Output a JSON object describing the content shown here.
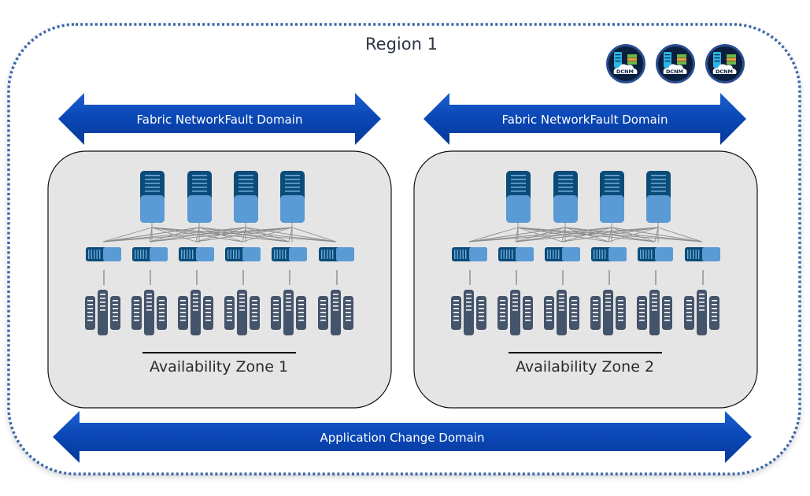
{
  "region": {
    "title": "Region 1"
  },
  "dcnm": {
    "label": "DCNM",
    "count": 3
  },
  "arrows": {
    "fault_left": "Fabric NetworkFault Domain",
    "fault_right": "Fabric NetworkFault Domain",
    "app_change": "Application Change Domain"
  },
  "zones": [
    {
      "label": "Availability Zone 1",
      "spines": 4,
      "leaves": 6
    },
    {
      "label": "Availability Zone 2",
      "spines": 4,
      "leaves": 6
    }
  ],
  "colors": {
    "region_border": "#3a66a8",
    "arrow_blue": "#0a46b4",
    "zone_fill": "#e6e5e6",
    "spine_dark": "#0a4c78",
    "spine_light": "#5b9bd5",
    "server": "#44546a",
    "link": "#8a8a8a"
  }
}
